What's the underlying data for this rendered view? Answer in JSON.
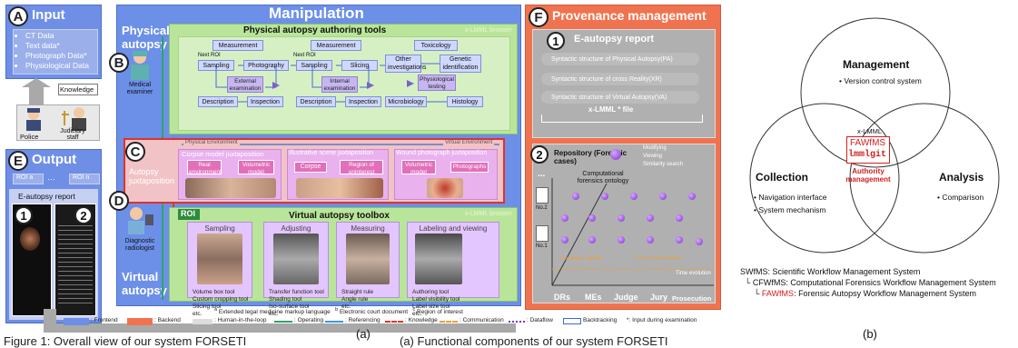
{
  "input": {
    "letter": "A",
    "title": "Input",
    "items": [
      "CT Data",
      "Text data*",
      "Photograph Data*",
      "Physiological Data"
    ],
    "knowledge": "Knowledge",
    "police": "Police",
    "judiciary": "Judiciary staff"
  },
  "output": {
    "letter": "E",
    "title": "Output",
    "roi_a": "ROI a",
    "roi_n": "ROI n",
    "report_title": "E-autopsy report",
    "n1": "1",
    "n2": "2"
  },
  "manipulation": {
    "title": "Manipulation",
    "physical_label": "Physical autopsy",
    "virtual_label": "Virtual autopsy",
    "b_letter": "B",
    "c_letter": "C",
    "d_letter": "D",
    "medical_examiner": "Medical examiner",
    "diagnostic_radiologist": "Diagnostic radiologist",
    "autopsy_juxtaposition": "Autopsy juxtaposition",
    "physical_tools": {
      "title": "Physical autopsy authoring tools",
      "browser": "x-LMML browser",
      "next_roi": "Next ROI",
      "nodes": {
        "measurement1": "Measurement",
        "measurement2": "Measurement",
        "sampling1": "Sampling",
        "photography": "Photography",
        "sampling2": "Sampling",
        "slicing": "Slicing",
        "toxicology": "Toxicology",
        "other": "Other investigations",
        "genetic": "Genetic identification",
        "external": "External examination",
        "internal": "Internal examination",
        "physio": "Physiological testing",
        "description1": "Description",
        "inspection1": "Inspection",
        "description2": "Description",
        "inspection2": "Inspection",
        "microbiology": "Microbiology",
        "histology": "Histology"
      }
    },
    "juxta": {
      "physical_env": "Physical Environment",
      "virtual_env": "Virtual Environment",
      "corpse_title": "Corpse model juxtaposition",
      "real_env": "Real environment",
      "volumetric_model": "Volumetric model",
      "scene_title": "Illustrative scene juxtaposition",
      "corpse": "Corpse",
      "region_interest": "Region of uninterest",
      "wound_title": "Wound photograph juxtaposition",
      "volumetric_model2": "Volumetric model",
      "photographs": "Photographs"
    },
    "virtual_tools": {
      "roi": "ROI",
      "title": "Virtual autopsy toolbox",
      "browser": "x-LMML browser",
      "cards": [
        {
          "head": "Sampling",
          "items": [
            "Volume box tool",
            "Custom cropping tool",
            "Slicing tool",
            "etc."
          ]
        },
        {
          "head": "Adjusting",
          "items": [
            "Transfer function tool",
            "Shading tool",
            "Iso-surface tool",
            "etc."
          ]
        },
        {
          "head": "Measuring",
          "items": [
            "Straight rule",
            "Angle rule",
            "etc."
          ]
        },
        {
          "head": "Labeling and viewing",
          "items": [
            "Authoring tool",
            "Label visibility tool",
            "Label size tool",
            "etc."
          ]
        }
      ]
    }
  },
  "provenance": {
    "letter": "F",
    "title": "Provenance management",
    "n1": "1",
    "report_title": "E-autopsy report",
    "structures": [
      "Syntactic structure of Physical Autopsy(PA)",
      "Syntactic structure of cross Reality(XR)",
      "Syntactic structure of Virtual Autopsy(VA)"
    ],
    "file_label": "x-LMML * file",
    "n2": "2",
    "repository": "Repository (Forensic cases)",
    "ops": [
      "Modifying",
      "Viewing",
      "Similarity search"
    ],
    "ontology": "Computational forensics ontology",
    "dots": "...",
    "no_labels": [
      "No.2",
      "No.1"
    ],
    "eautopsy_reports": "E-autopsy reports",
    "ecourt_docs": "E-court documents",
    "time_evolution": "Time evolution",
    "bottom": [
      "DRs",
      "MEs",
      "Judge",
      "Jury",
      "Prosecution"
    ]
  },
  "legend": {
    "frontend": ": Frontend",
    "backend": ": Backend",
    "human": ": Human-in-the-loop",
    "operating": ": Operating",
    "referencing": ": Referencing",
    "knowledge": ": Knowledge",
    "communication": ": Communication",
    "dataflow": ": Dataflow",
    "backtracking": "Backtracking",
    "input_note": "*: Input during examination",
    "note_a": "Extended legal medicine markup language",
    "note_b": "Electronic court document",
    "note_c": "Region of interest",
    "note_a_mark": "a",
    "note_b_mark": "b",
    "note_c_mark": "c"
  },
  "venn": {
    "management": "Management",
    "management_item": "Version control system",
    "collection": "Collection",
    "collection_items": [
      "Navigation interface",
      "System mechanism"
    ],
    "analysis": "Analysis",
    "analysis_item": "Comparison",
    "xlmml": "x-LMML",
    "fawfms": "FAWfMS",
    "lmmlgit": "lmmlgit",
    "authority": "Authority management"
  },
  "glossary": {
    "swfms": "SWfMS: Scientific Workflow Management System",
    "cfwfms": "CFWfMS: Computational Forensics Workflow Management System",
    "fawfms_abbr": "FAWfMS",
    "fawfms_rest": ": Forensic Autopsy Workflow Management System"
  },
  "captions": {
    "a": "(a)",
    "b": "(b)",
    "bottom_left": "Figure 1: Overall view of our system FORSETI",
    "bottom_mid": "(a) Functional components of our system FORSETI"
  },
  "colors": {
    "frontend_blue": "#6f8fe6",
    "backend_orange": "#f0734f",
    "manip_blue": "#6c8fe8",
    "green_panel": "#b9e59a",
    "red_border": "#e0322c"
  }
}
